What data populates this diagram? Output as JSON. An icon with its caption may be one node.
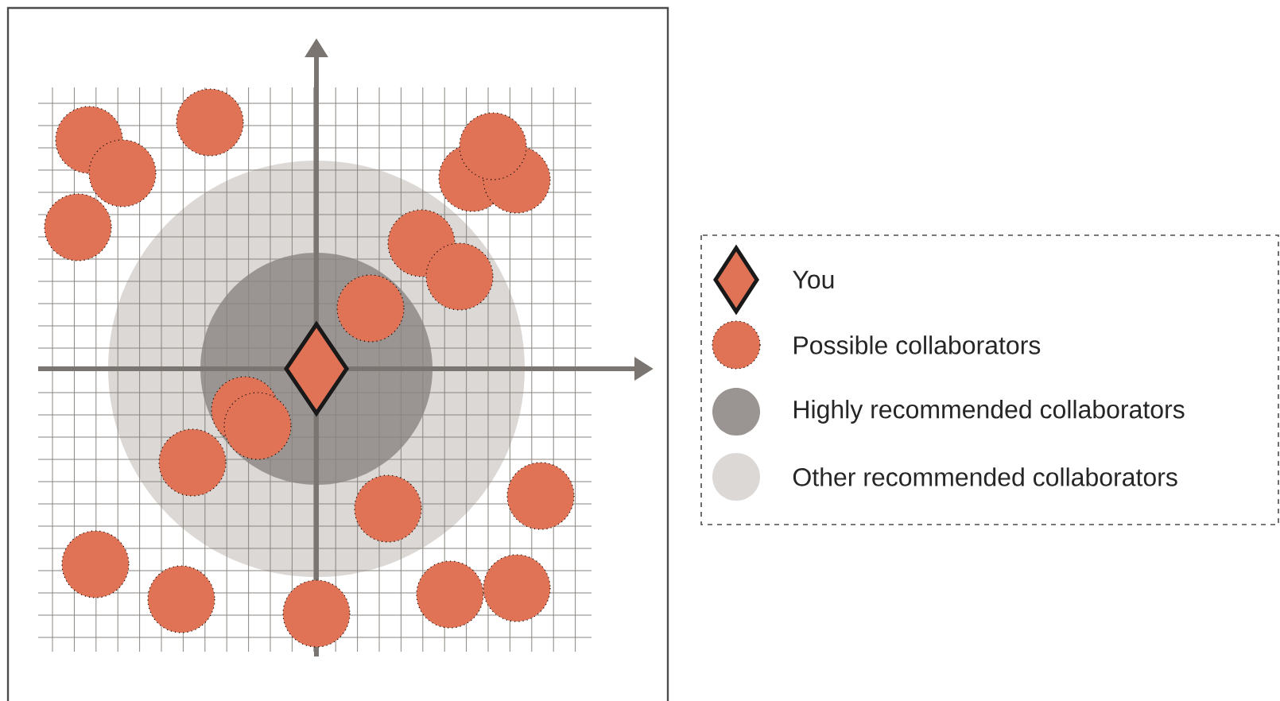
{
  "diagram": {
    "legend": [
      {
        "text": "You"
      },
      {
        "text": "Possible collaborators",
        "color": "#e07356"
      },
      {
        "text": "Highly recommended collaborators",
        "color": "#9a9592"
      },
      {
        "text": "Other recommended collaborators",
        "color": "#dcd8d5"
      }
    ]
  }
}
